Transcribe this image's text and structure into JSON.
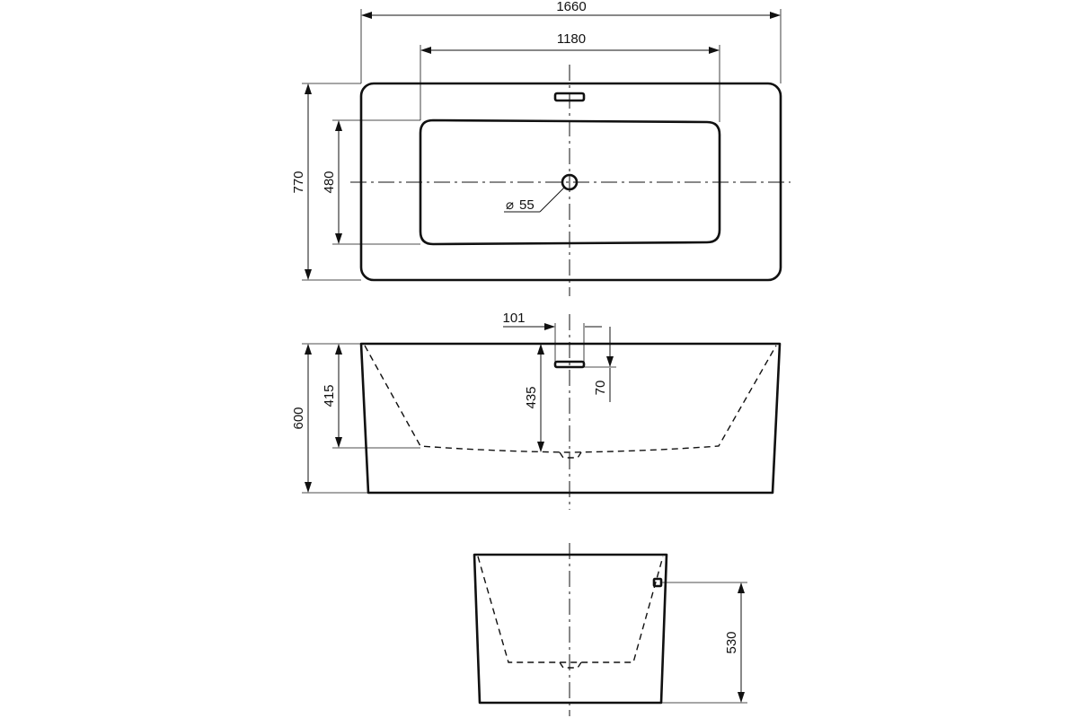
{
  "dimensions": {
    "overall_length": "1660",
    "inner_length": "1180",
    "overall_width": "770",
    "inner_width": "480",
    "drain_diameter": "55",
    "overflow_offset": "101",
    "height": "600",
    "bowl_depth_end": "415",
    "bowl_depth_center": "435",
    "overflow_depth": "70",
    "overflow_height": "530"
  },
  "symbols": {
    "diameter": "⌀"
  },
  "colors": {
    "line": "#111111",
    "background": "#ffffff"
  }
}
